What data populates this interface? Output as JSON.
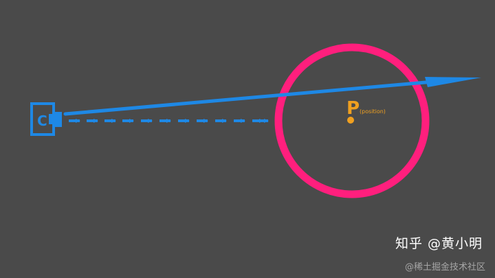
{
  "colors": {
    "background": "#4a4a4a",
    "ray": "#1e88e5",
    "circle": "#ff1f7d",
    "point": "#f0a020"
  },
  "camera": {
    "label": "C",
    "icon": "camera-icon"
  },
  "point": {
    "label": "P",
    "sublabel": "(position)"
  },
  "watermark": {
    "main": "知乎 @黄小明",
    "secondary": "@稀土掘金技术社区"
  }
}
